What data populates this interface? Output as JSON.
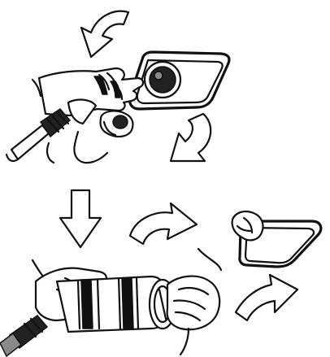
{
  "illustration": {
    "steps": [
      {
        "id": "step-1",
        "icon": "remove-port-cap"
      },
      {
        "id": "step-2",
        "icon": "disconnect-connector"
      },
      {
        "id": "step-3",
        "icon": "close-port-flap"
      }
    ],
    "arrows": [
      "curved-arrow-up-left",
      "curved-arrow-down-left",
      "straight-arrow-down",
      "curved-arrow-right",
      "curved-arrow-up-right"
    ],
    "colors": {
      "ink": "#111111",
      "background": "#ffffff"
    }
  }
}
